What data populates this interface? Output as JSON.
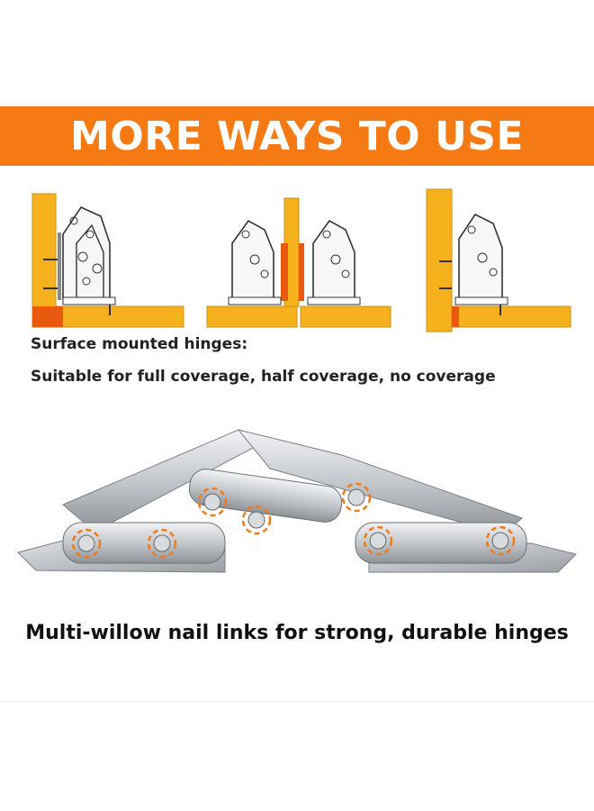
{
  "banner": {
    "title": "MORE WAYS TO USE"
  },
  "colors": {
    "accent": "#f57a14",
    "wood": "#f5b21c",
    "wood_dark": "#e85b0e",
    "metal": "#c9ccd0"
  },
  "diagrams": [
    {
      "icon": "full-coverage-hinge-diagram"
    },
    {
      "icon": "half-coverage-hinge-diagram"
    },
    {
      "icon": "no-coverage-hinge-diagram"
    }
  ],
  "captions": {
    "line1": "Surface mounted hinges:",
    "line2": "Suitable for full coverage, half coverage, no coverage"
  },
  "product": {
    "icon": "folding-hinge-photo"
  },
  "bottom_caption": "Multi-willow nail links for strong, durable hinges"
}
